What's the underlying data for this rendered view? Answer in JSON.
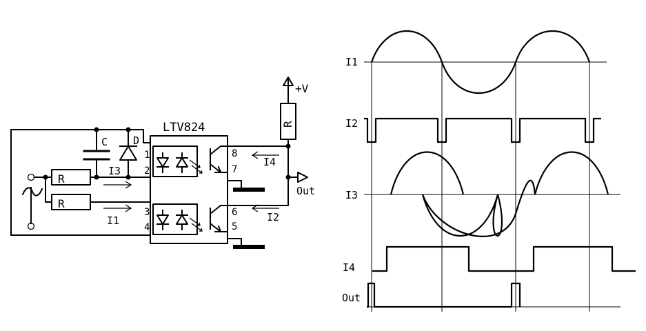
{
  "schematic": {
    "chip_label": "LTV824",
    "resistor_label": "R",
    "capacitor_label": "C",
    "diode_label": "D",
    "supply_label": "+V",
    "output_label": "Out",
    "pin_labels": [
      "1",
      "2",
      "3",
      "4",
      "5",
      "6",
      "7",
      "8"
    ],
    "current_labels": {
      "i1": "I1",
      "i2": "I2",
      "i3": "I3",
      "i4": "I4"
    }
  },
  "timing": {
    "row_labels": {
      "i1": "I1",
      "i2": "I2",
      "i3": "I3",
      "i4": "I4",
      "out": "Out"
    }
  }
}
